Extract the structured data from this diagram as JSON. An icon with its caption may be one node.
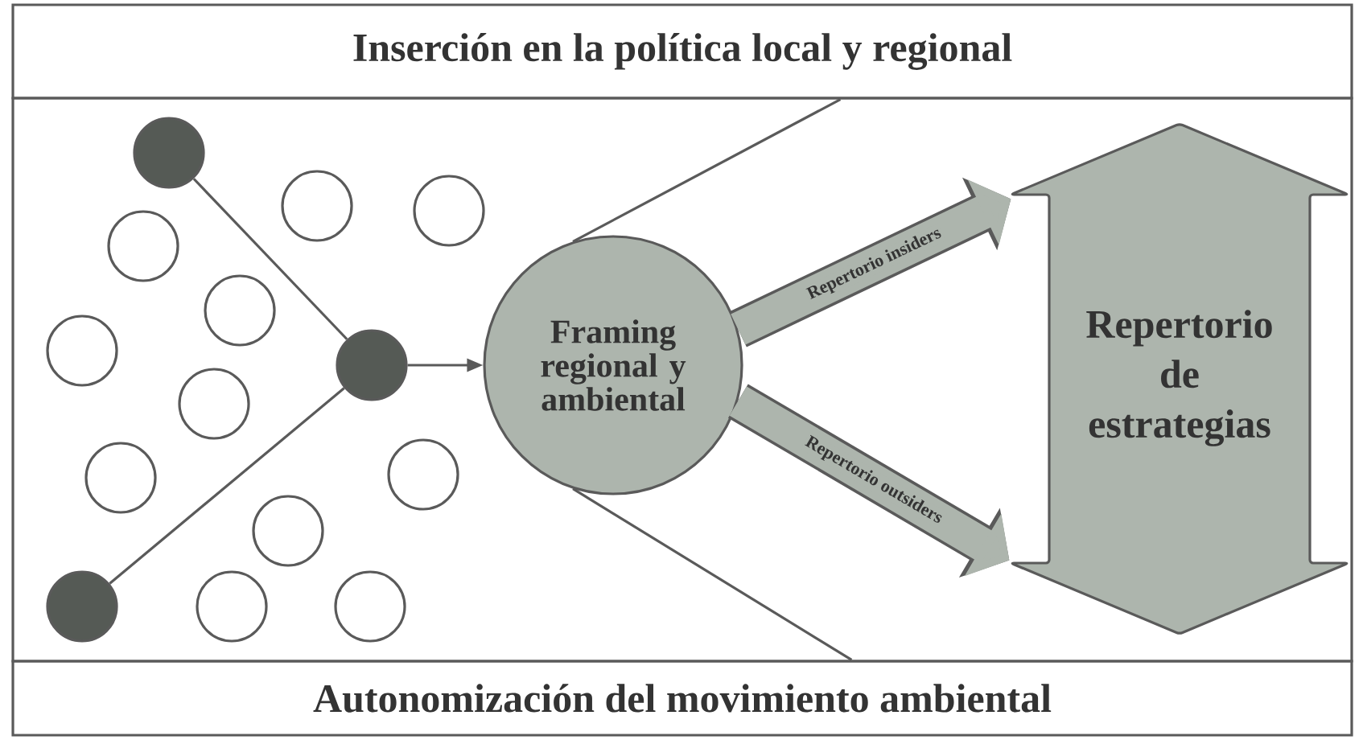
{
  "diagram": {
    "nodes": [
      {
        "text": [
          "Inserción en la política local y regional"
        ]
      },
      {
        "text": [],
        "shape": "circle"
      },
      {
        "text": [],
        "shape": "circle"
      },
      {
        "text": [],
        "shape": "circle"
      },
      {
        "text": [],
        "shape": "circle"
      },
      {
        "text": [],
        "shape": "circle"
      },
      {
        "text": [],
        "shape": "circle"
      },
      {
        "text": [],
        "shape": "circle"
      },
      {
        "text": [],
        "shape": "circle"
      },
      {
        "text": [],
        "shape": "circle"
      },
      {
        "text": [],
        "shape": "circle"
      },
      {
        "text": [],
        "shape": "circle"
      },
      {
        "text": [],
        "shape": "circle"
      },
      {
        "text": [],
        "shape": "circle"
      },
      {
        "text": [],
        "shape": "circle"
      },
      {
        "text": [
          "Framing regional y ambiental"
        ]
      },
      {
        "text": [
          "Repertorio de estrategias"
        ]
      },
      {
        "text": [
          "Autonomización del movimiento ambiental"
        ]
      }
    ],
    "edges": [
      {
        "from": 5,
        "to": 12,
        "arrow": "none"
      },
      {
        "from": 2,
        "to": 12,
        "arrow": "none"
      },
      {
        "from": 12,
        "to": 15,
        "arrow": "to"
      },
      {
        "from": 15,
        "to": 16,
        "arrow": "to",
        "label": "Repertorio insiders",
        "style": "thick",
        "color": "#adb5ad"
      },
      {
        "from": 15,
        "to": 16,
        "arrow": "to",
        "label": "Repertorio outsiders",
        "style": "thick",
        "color": "#adb5ad"
      },
      {
        "from": 15,
        "to": 0,
        "arrow": "none"
      },
      {
        "from": 15,
        "to": 17,
        "arrow": "none"
      }
    ]
  }
}
